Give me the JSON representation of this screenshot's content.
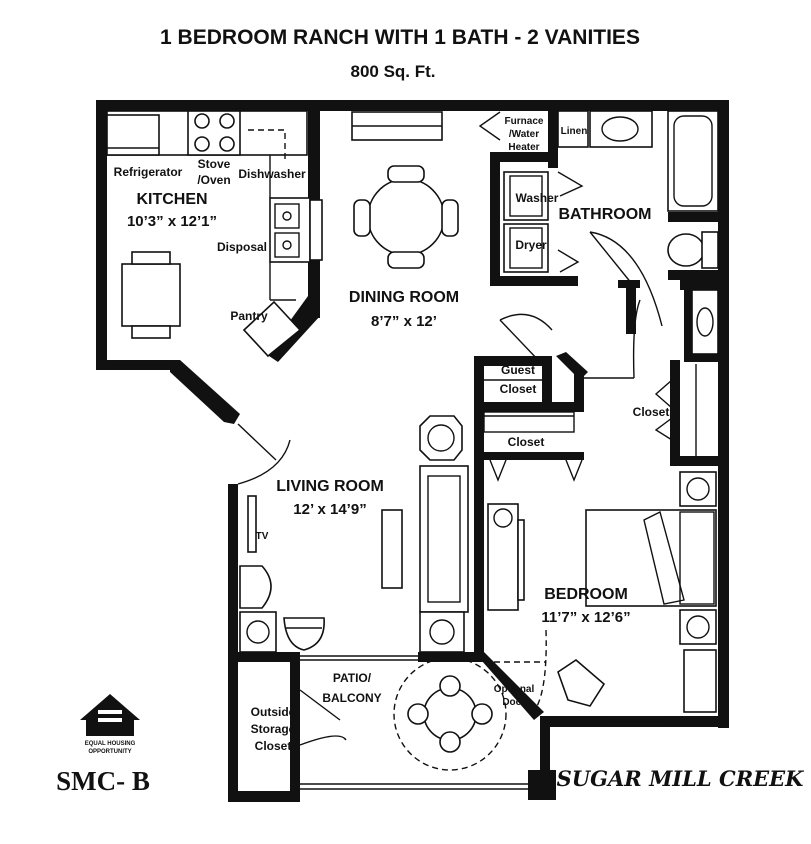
{
  "header": {
    "title": "1 BEDROOM RANCH WITH 1 BATH - 2 VANITIES",
    "area": "800 Sq. Ft."
  },
  "rooms": {
    "kitchen": {
      "name": "KITCHEN",
      "size": "10’3” x 12’1”"
    },
    "dining": {
      "name": "DINING ROOM",
      "size": "8’7” x 12’"
    },
    "living": {
      "name": "LIVING ROOM",
      "size": "12’ x 14’9”"
    },
    "bedroom": {
      "name": "BEDROOM",
      "size": "11’7” x 12’6”"
    },
    "bathroom": {
      "name": "BATHROOM"
    },
    "patio": {
      "name_line1": "PATIO/",
      "name_line2": "BALCONY"
    }
  },
  "labels": {
    "refrigerator": "Refrigerator",
    "stove_line1": "Stove",
    "stove_line2": "/Oven",
    "dishwasher": "Dishwasher",
    "disposal": "Disposal",
    "pantry": "Pantry",
    "furnace_line1": "Furnace",
    "furnace_line2": "/Water",
    "furnace_line3": "Heater",
    "linen": "Linen",
    "washer": "Washer",
    "dryer": "Dryer",
    "guest_closet_line1": "Guest",
    "guest_closet_line2": "Closet",
    "closet_bath": "Closet",
    "closet_bedroom": "Closet",
    "tv": "TV",
    "optional_door_line1": "Optional",
    "optional_door_line2": "Door",
    "storage_line1": "Outside",
    "storage_line2": "Storage",
    "storage_line3": "Closet"
  },
  "footer": {
    "plan_code": "SMC- B",
    "brand": "SUGAR MILL CREEK",
    "equal_housing_line1": "EQUAL HOUSING",
    "equal_housing_line2": "OPPORTUNITY"
  }
}
